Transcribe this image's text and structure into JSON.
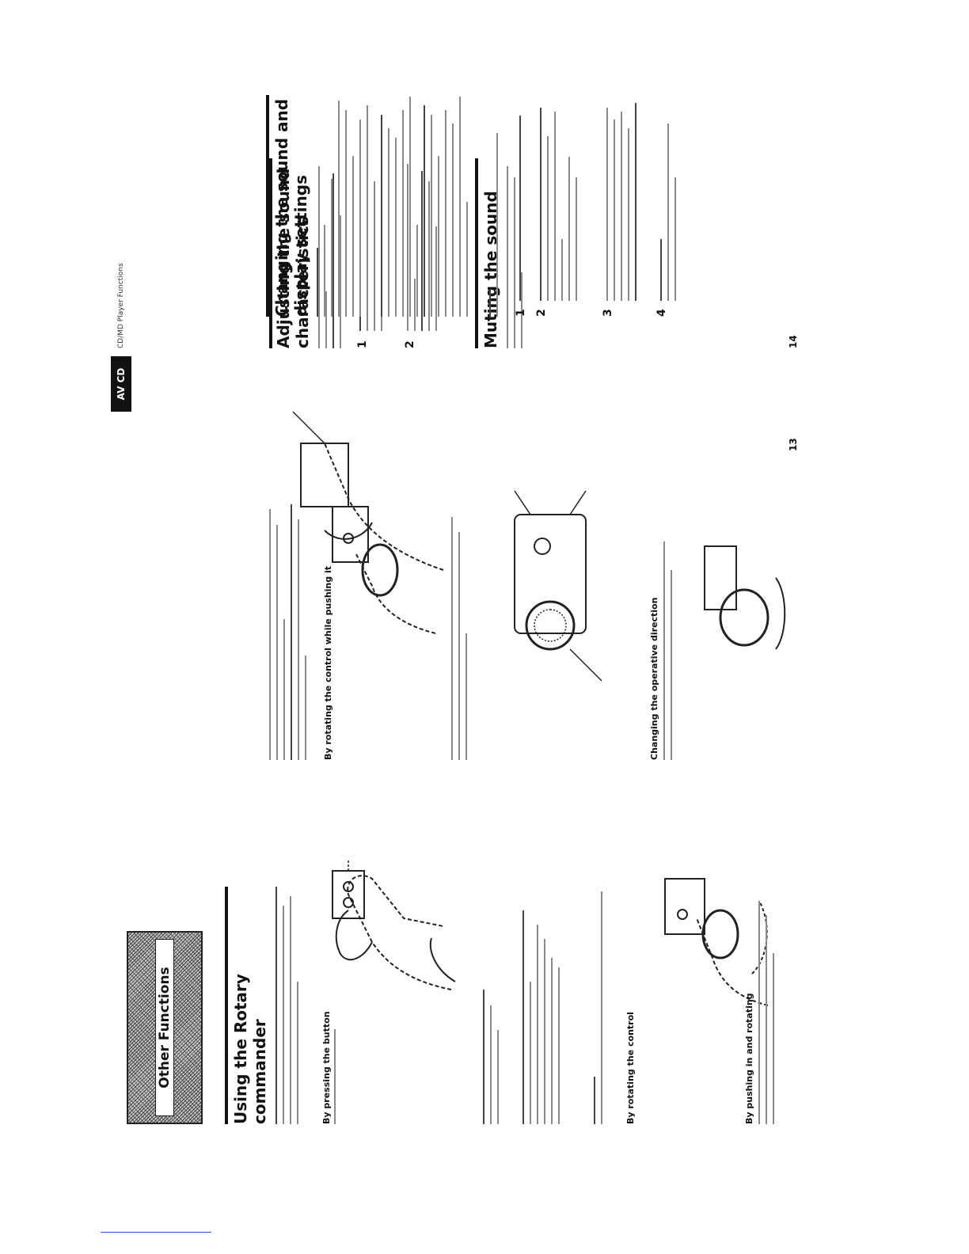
{
  "page": {
    "banner_label": "Other Functions",
    "section_badge": "AV CD",
    "section_sub": "CD/MD Player Functions",
    "page_numbers": [
      "13",
      "14"
    ]
  },
  "col1": {
    "heading": "Using the Rotary\ncommander",
    "subhead_a": "By pressing the button",
    "subhead_b": "By rotating the control",
    "subhead_c": "By pushing in and rotating"
  },
  "col2": {
    "subhead_a": "By rotating the control while pushing it",
    "subhead_b": "Changing the operative direction",
    "heading_adjust": "Adjusting the sound\ncharacteristics",
    "heading_mute": "Muting the sound"
  },
  "col3": {
    "heading": "Changing the sound and\ndisplay settings",
    "steps": [
      "1",
      "2",
      "3",
      "4"
    ]
  },
  "colors": {
    "ink": "#111111",
    "link_rule": "#2a5bd7"
  }
}
